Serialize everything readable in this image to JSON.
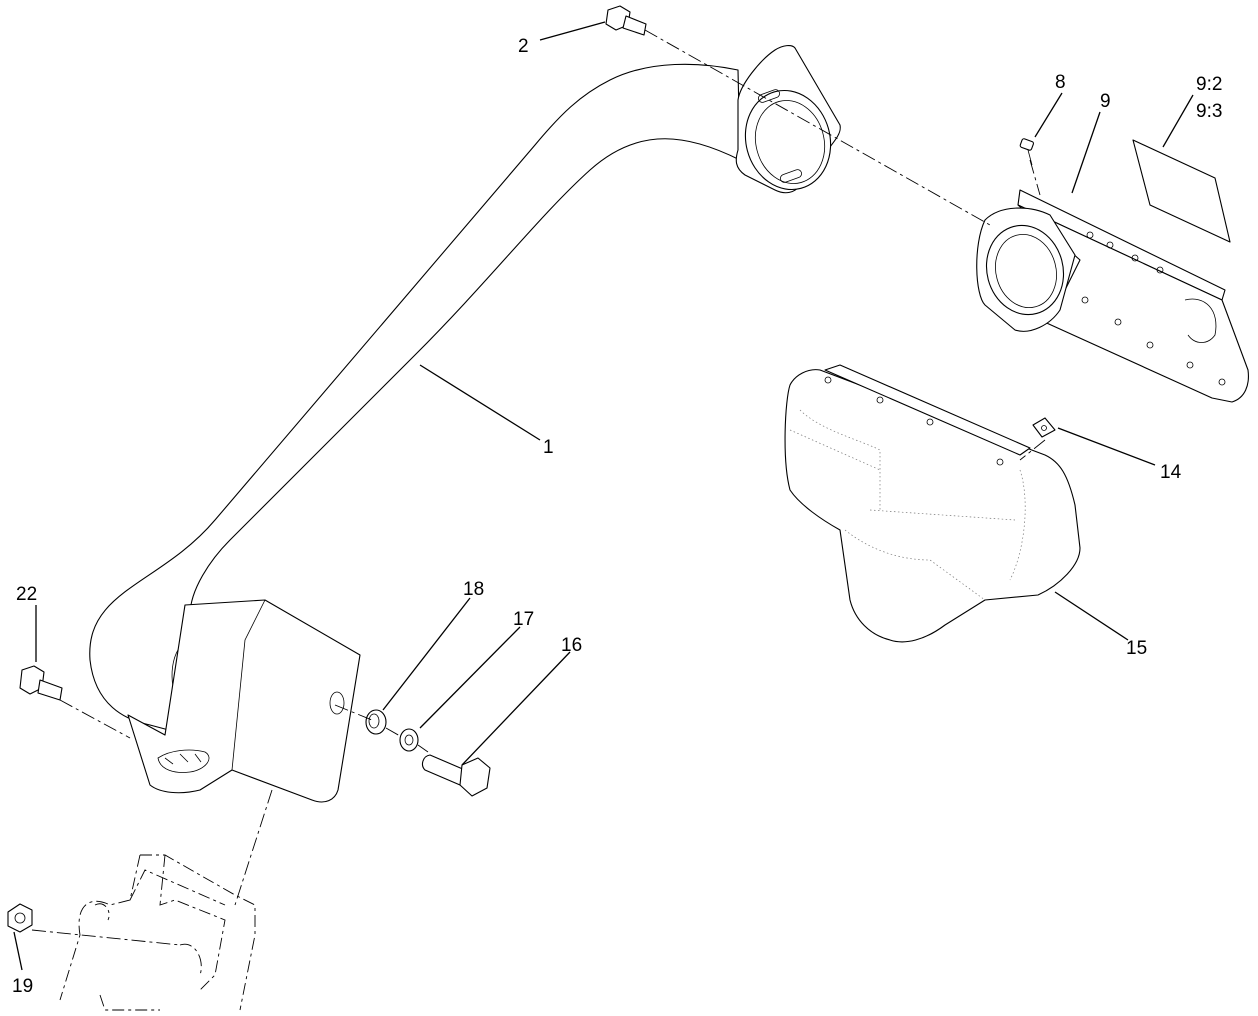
{
  "callouts": [
    {
      "id": "1",
      "text": "1"
    },
    {
      "id": "2",
      "text": "2"
    },
    {
      "id": "8",
      "text": "8"
    },
    {
      "id": "9",
      "text": "9"
    },
    {
      "id": "9-2",
      "text": "9:2"
    },
    {
      "id": "9-3",
      "text": "9:3"
    },
    {
      "id": "14",
      "text": "14"
    },
    {
      "id": "15",
      "text": "15"
    },
    {
      "id": "16",
      "text": "16"
    },
    {
      "id": "17",
      "text": "17"
    },
    {
      "id": "18",
      "text": "18"
    },
    {
      "id": "19",
      "text": "19"
    },
    {
      "id": "22",
      "text": "22"
    }
  ]
}
